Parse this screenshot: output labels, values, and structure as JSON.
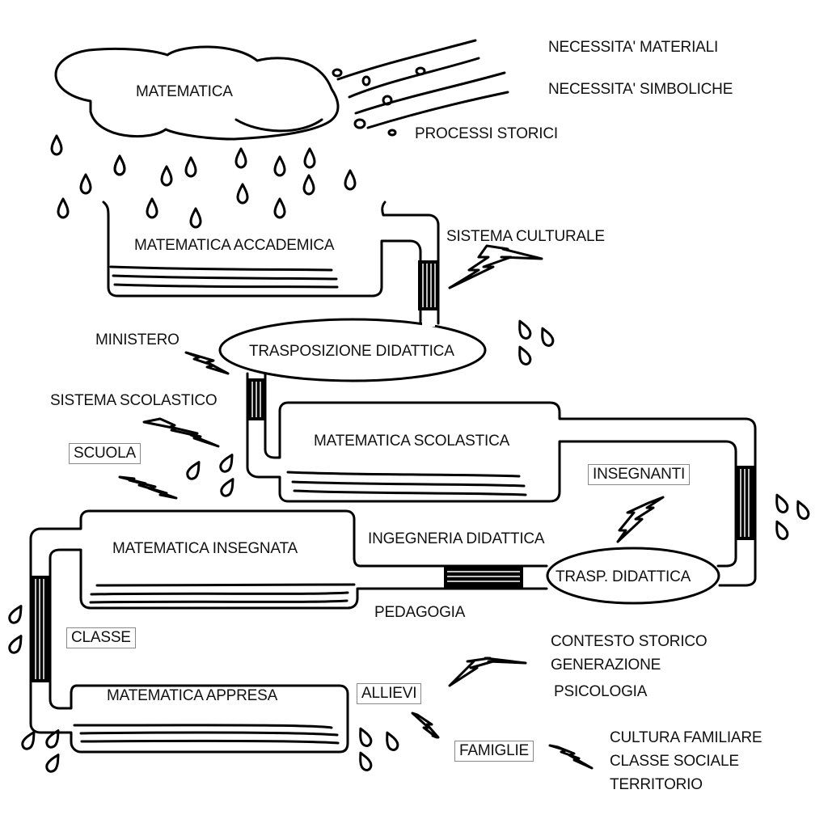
{
  "cloud": {
    "label": "MATEMATICA"
  },
  "wind_labels": [
    "NECESSITA' MATERIALI",
    "NECESSITA' SIMBOLICHE",
    "PROCESSI STORICI"
  ],
  "containers": {
    "accademica": "MATEMATICA ACCADEMICA",
    "scolastica": "MATEMATICA SCOLASTICA",
    "insegnata": "MATEMATICA INSEGNATA",
    "appresa": "MATEMATICA APPRESA"
  },
  "transpositions": {
    "main": "TRASPOSIZIONE DIDATTICA",
    "short": "TRASP. DIDATTICA"
  },
  "influences": {
    "sistema_culturale": "SISTEMA CULTURALE",
    "ministero": "MINISTERO",
    "sistema_scolastico": "SISTEMA SCOLASTICO",
    "ingegneria_didattica": "INGEGNERIA DIDATTICA",
    "pedagogia": "PEDAGOGIA"
  },
  "actors": {
    "scuola": "SCUOLA",
    "insegnanti": "INSEGNANTI",
    "classe": "CLASSE",
    "allievi": "ALLIEVI",
    "famiglie": "FAMIGLIE"
  },
  "allievi_factors": [
    "CONTESTO STORICO",
    "GENERAZIONE",
    "PSICOLOGIA"
  ],
  "famiglie_factors": [
    "CULTURA FAMILIARE",
    "CLASSE SOCIALE",
    "TERRITORIO"
  ]
}
